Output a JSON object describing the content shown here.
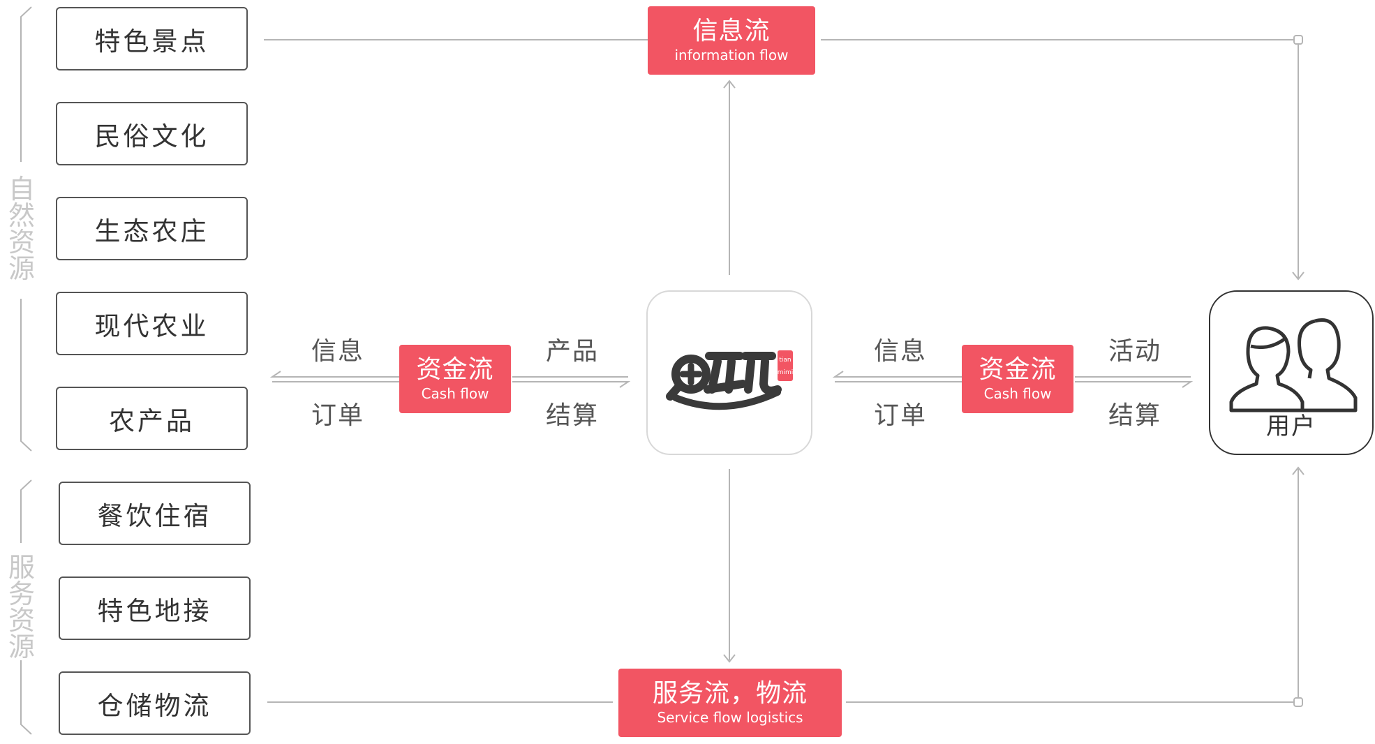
{
  "natural_resources": {
    "label": "自然资源",
    "items": [
      "特色景点",
      "民俗文化",
      "生态农庄",
      "现代农业",
      "农产品"
    ]
  },
  "service_resources": {
    "label": "服务资源",
    "items": [
      "餐饮住宿",
      "特色地接",
      "仓储物流"
    ]
  },
  "information_flow": {
    "cn": "信息流",
    "en": "information flow"
  },
  "service_flow": {
    "cn": "服务流，物流",
    "en": "Service flow logistics"
  },
  "left_cash_flow": {
    "cn": "资金流",
    "en": "Cash flow",
    "top_left": "信息",
    "bottom_left": "订单",
    "top_right": "产品",
    "bottom_right": "结算"
  },
  "right_cash_flow": {
    "cn": "资金流",
    "en": "Cash flow",
    "top_left": "信息",
    "bottom_left": "订单",
    "top_right": "活动",
    "bottom_right": "结算"
  },
  "platform": {
    "logo_text": "tian mimi",
    "logo_icon": "tianmimi-logo-icon"
  },
  "user": {
    "label": "用户",
    "icon": "users-icon"
  },
  "colors": {
    "accent": "#f25563",
    "line": "#b5b5b5",
    "border": "#555555",
    "muted_label": "#c8c8c8"
  }
}
